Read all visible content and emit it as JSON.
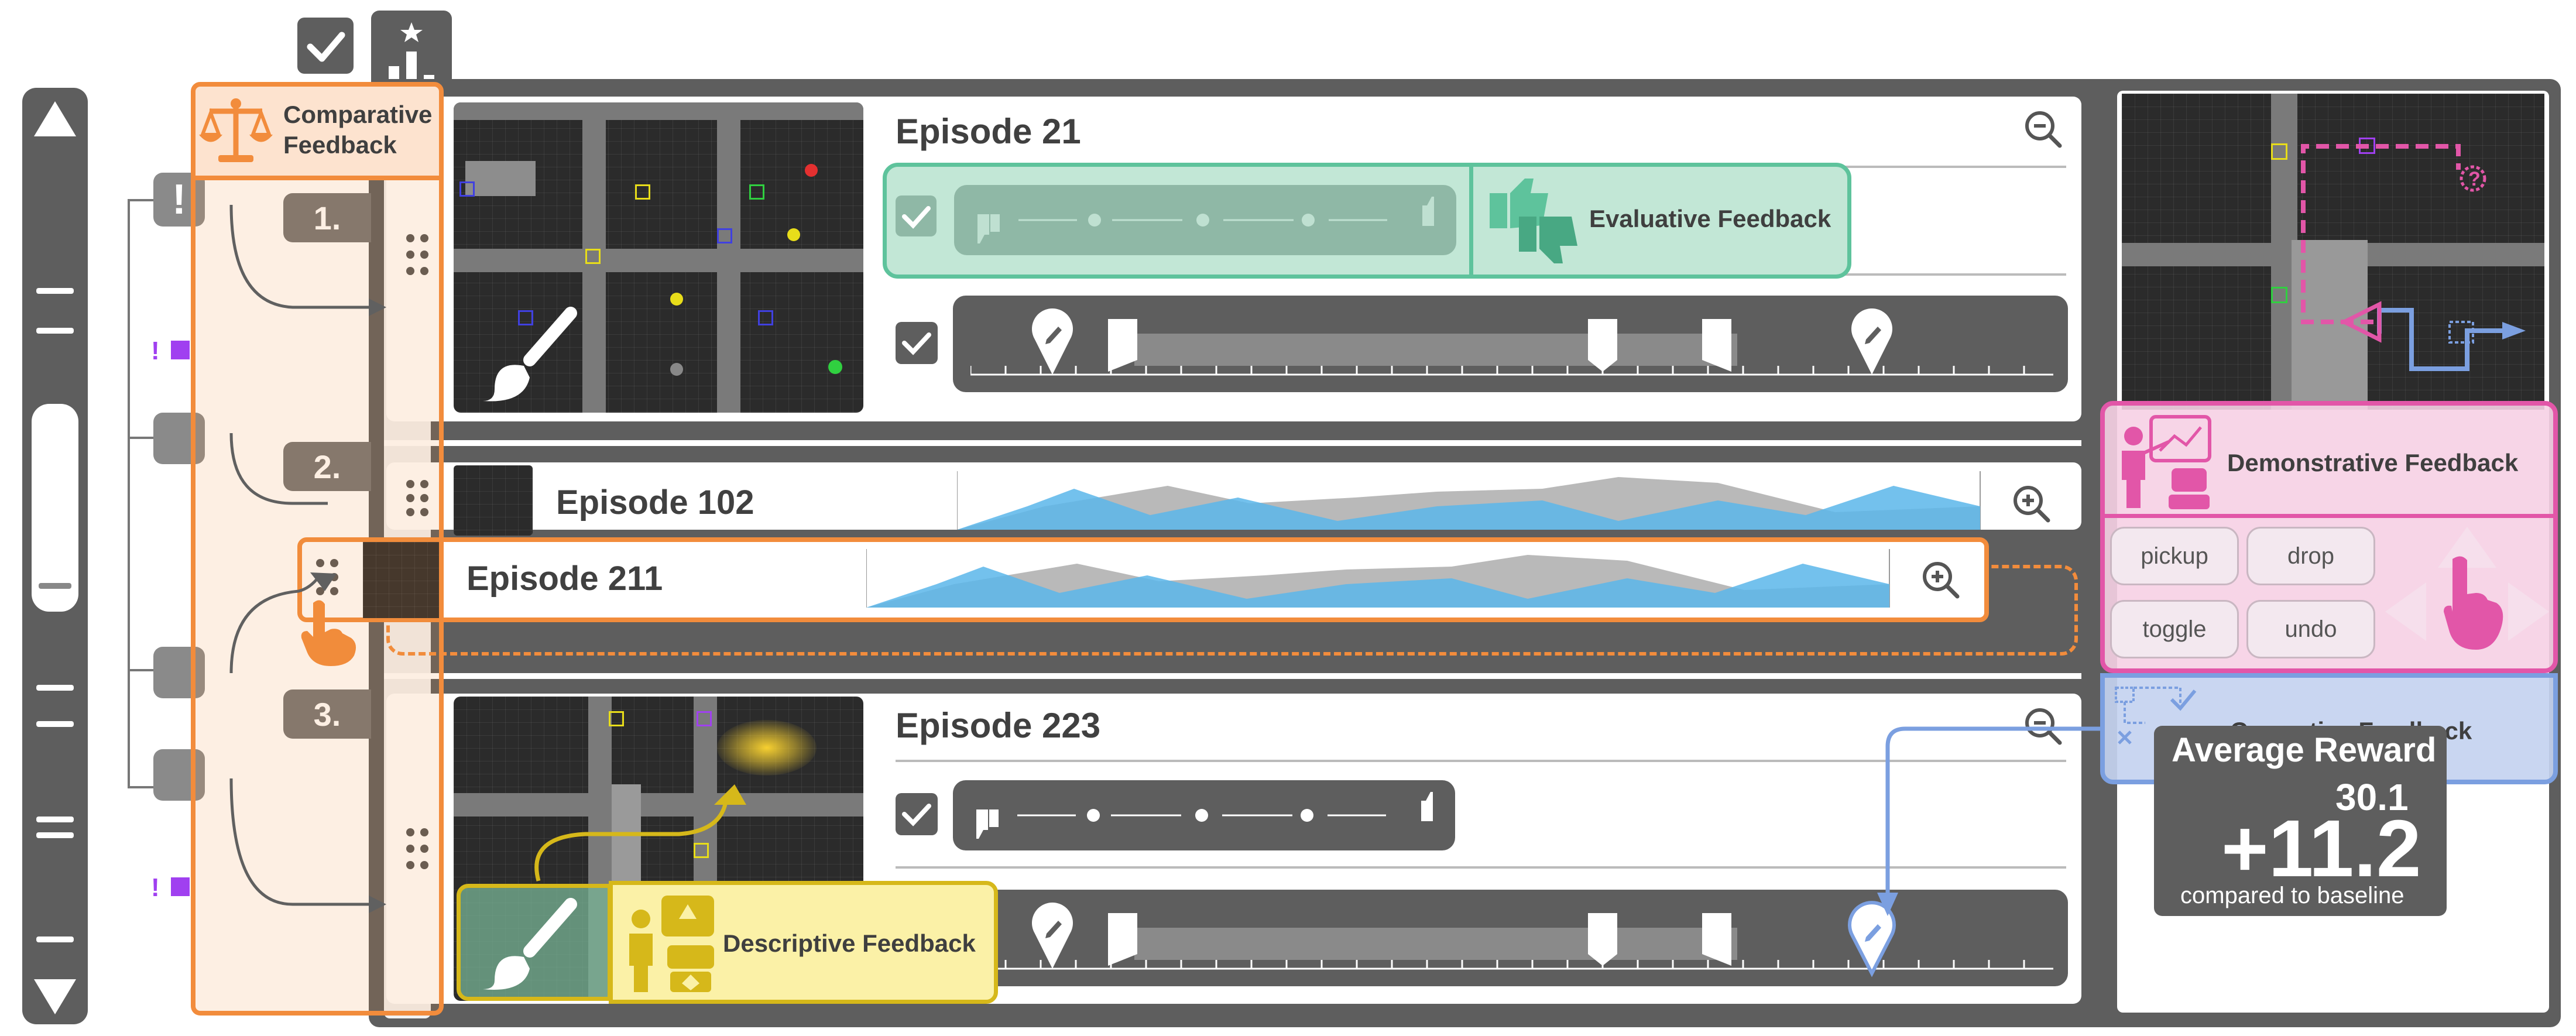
{
  "top_controls": {
    "check_icon": "check-icon",
    "rank_icon": "ranking-icon"
  },
  "comparative": {
    "label": "Comparative\nFeedback",
    "color": "#f28c3c"
  },
  "ranks": [
    "1.",
    "2.",
    "3."
  ],
  "episodes": {
    "e21": {
      "title": "Episode 21"
    },
    "e102": {
      "title": "Episode 102"
    },
    "e211": {
      "title": "Episode 211"
    },
    "e223": {
      "title": "Episode 223"
    }
  },
  "evaluative": {
    "label": "Evaluative Feedback",
    "color": "#5ec39c"
  },
  "demonstrative": {
    "label": "Demonstrative Feedback",
    "color": "#e256a8",
    "actions": [
      "pickup",
      "drop",
      "toggle",
      "undo"
    ]
  },
  "corrective": {
    "label": "Corrective Feedback",
    "color": "#7b9fe0"
  },
  "descriptive": {
    "label": "Descriptive Feedback",
    "color": "#d6b81a"
  },
  "reward": {
    "title": "Average Reward",
    "value_small": "30.1",
    "value_big": "+11.2",
    "caption": "compared to baseline"
  }
}
